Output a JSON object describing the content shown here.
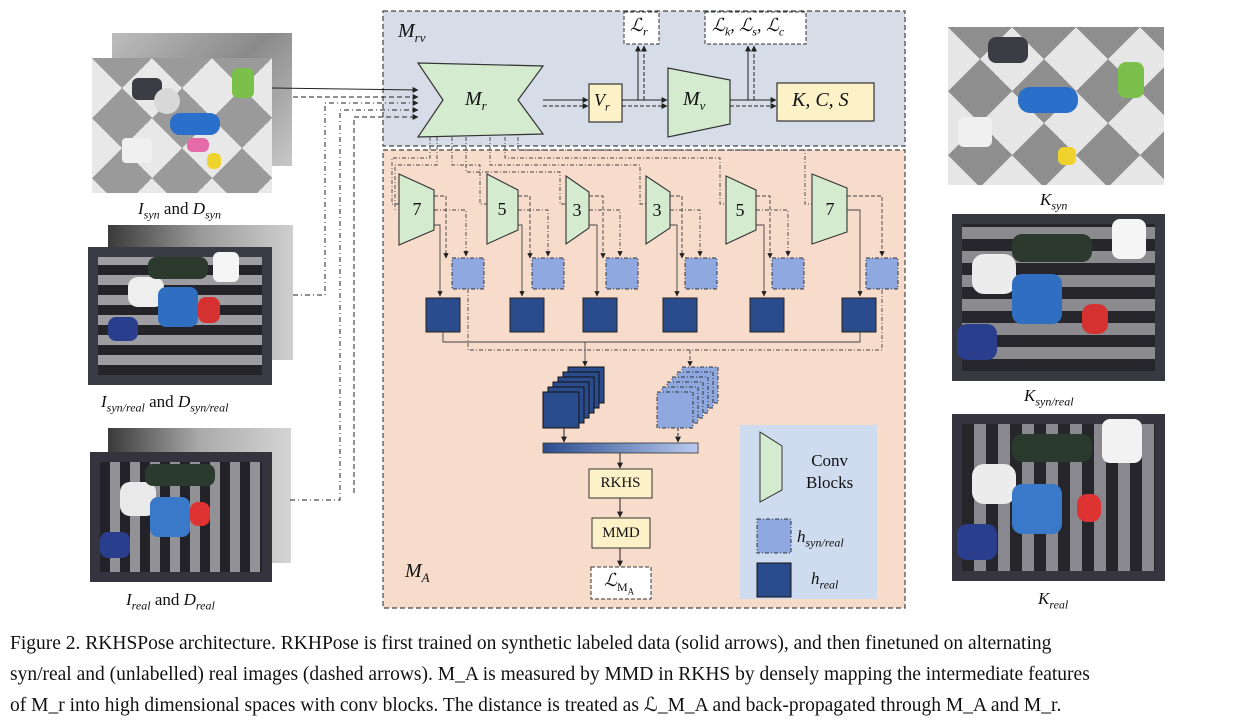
{
  "images": {
    "syn_label_main": "I",
    "syn_label_sub": "syn",
    "syn_label_and": " and ",
    "syn_label_d": "D",
    "syn_label_dsub": "syn",
    "synreal_label_main": "I",
    "synreal_label_sub": "syn/real",
    "synreal_label_and": " and ",
    "synreal_label_d": "D",
    "synreal_label_dsub": "syn/real",
    "real_label_main": "I",
    "real_label_sub": "real",
    "real_label_and": " and ",
    "real_label_d": "D",
    "real_label_dsub": "real",
    "k_syn_main": "K",
    "k_syn_sub": "syn",
    "k_synreal_main": "K",
    "k_synreal_sub": "syn/real",
    "k_real_main": "K",
    "k_real_sub": "real"
  },
  "mrv": {
    "label_main": "M",
    "label_sub": "rv",
    "mr_main": "M",
    "mr_sub": "r",
    "vr_main": "V",
    "vr_sub": "r",
    "mv_main": "M",
    "mv_sub": "v",
    "kcs": "K, C, S",
    "loss_r_main": "ℒ",
    "loss_r_sub": "r",
    "loss_kcs": "ℒ",
    "loss_k_sub": "k",
    "loss_s_sub": "s",
    "loss_c_sub": "c"
  },
  "ma": {
    "label_main": "M",
    "label_sub": "A",
    "conv_sizes": [
      "7",
      "5",
      "3",
      "3",
      "5",
      "7"
    ],
    "rkhs": "RKHS",
    "mmd": "MMD",
    "loss_main": "ℒ",
    "loss_sub": "M",
    "loss_subsub": "A"
  },
  "legend": {
    "conv_line1": "Conv",
    "conv_line2": "Blocks",
    "h_synreal_main": "h",
    "h_synreal_sub": "syn/real",
    "h_real_main": "h",
    "h_real_sub": "real"
  },
  "colors": {
    "mrv_bg": "#d6dde8",
    "ma_bg": "#f8dccb",
    "conv_fill": "#d5ebd0",
    "yellow_box": "#fdf1c8",
    "light_blue": "#8fa9e0",
    "dark_blue": "#2b4c8c",
    "legend_bg": "#cfdcef"
  },
  "caption": {
    "line1": "Figure 2.  RKHSPose architecture.  RKHPose is first trained on synthetic labeled data (solid arrows), and then finetuned on alternating",
    "line2": "syn/real and (unlabelled) real images (dashed arrows). M_A is measured by MMD in RKHS by densely mapping the intermediate features",
    "line3": "of M_r into high dimensional spaces with conv blocks. The distance is treated as ℒ_M_A and back-propagated through M_A and M_r."
  }
}
